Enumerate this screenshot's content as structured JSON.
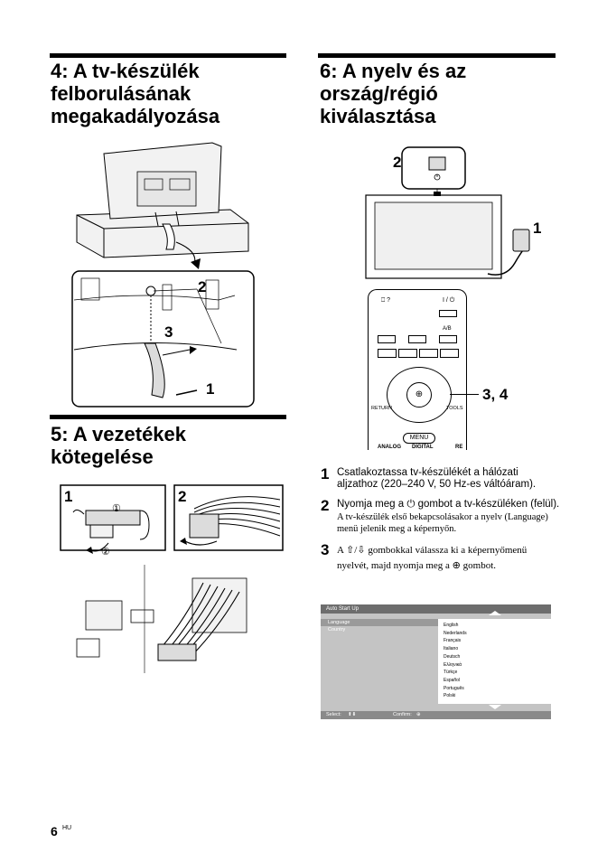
{
  "sections": {
    "s4": {
      "title": "4: A tv-készülék\nfelborulásának\nmegakadályozása"
    },
    "s5": {
      "title": "5: A vezetékek\nkötegelése"
    },
    "s6": {
      "title": "6:  A nyelv és az\nország/régió\nkiválasztása"
    }
  },
  "figures": {
    "fig4": {
      "callouts": [
        "2",
        "3",
        "1"
      ]
    },
    "fig5": {
      "panel_labels": [
        "1",
        "2"
      ],
      "circled": [
        "①",
        "②"
      ]
    },
    "fig6": {
      "callouts": [
        "2",
        "1",
        "3, 4"
      ]
    },
    "remote": {
      "top_left": "⎕ ?",
      "power": "I / ⏻",
      "ab": "A/B",
      "return": "RETURN",
      "tools": "TOOLS",
      "menu": "MENU",
      "bottom": [
        "ANALOG",
        "DIGITAL",
        "RE"
      ]
    }
  },
  "steps": [
    {
      "num": "1",
      "text": "Csatlakoztassa tv-készülékét a hálózati aljzathoz (220–240 V, 50 Hz-es váltóáram)."
    },
    {
      "num": "2",
      "text": "Nyomja meg a ⏻ gombot a tv-készüléken (felül).",
      "note": "A tv-készülék első bekapcsolásakor a nyelv (Language) menü jelenik meg a képernyőn."
    },
    {
      "num": "3",
      "text": "A ⇧/⇩ gombokkal válassza ki a képernyőmenü nyelvét, majd nyomja meg a ⊕ gombot."
    }
  ],
  "osd": {
    "title": "Auto Start Up",
    "items": [
      "Language",
      "Country"
    ],
    "languages": [
      "English",
      "Nederlands",
      "Français",
      "Italiano",
      "Deutsch",
      "Ελληνικά",
      "Türkçe",
      "Español",
      "Português",
      "Polski"
    ],
    "footer_select": "Select:",
    "footer_confirm": "Confirm:"
  },
  "footer": {
    "page": "6",
    "lang": "HU"
  },
  "colors": {
    "ink": "#000000",
    "osd_bg": "#c4c4c4",
    "osd_bar": "#6d6d6d",
    "osd_highlight": "#9a9a9a",
    "figure_fill": "#f2f2f2"
  }
}
